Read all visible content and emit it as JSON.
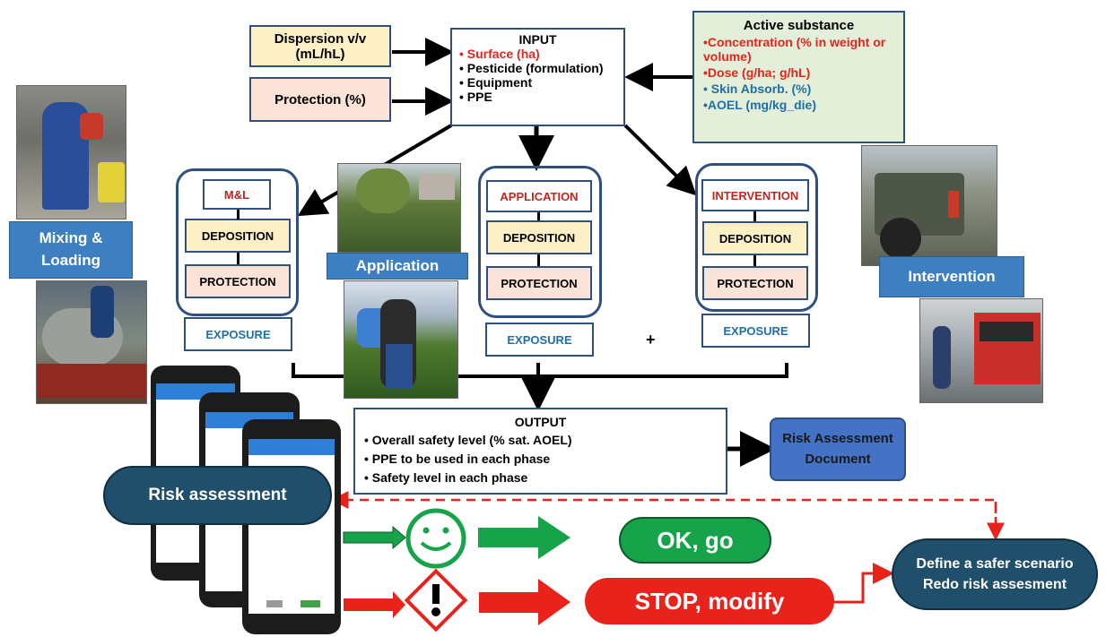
{
  "inputs": {
    "dispersion": "Dispersion v/v (mL/hL)",
    "protection": "Protection (%)"
  },
  "input_box": {
    "title": "INPUT",
    "items": [
      "Surface (ha)",
      "Pesticide (formulation)",
      "Equipment",
      "PPE"
    ]
  },
  "active_substance": {
    "title": "Active substance",
    "items": [
      "•Concentration (% in weight or volume)",
      "•Dose (g/ha; g/hL)",
      "• Skin Absorb. (%)",
      "•AOEL (mg/kg_die)"
    ]
  },
  "phases": [
    {
      "name": "M&L",
      "deposition": "DEPOSITION",
      "protection": "PROTECTION",
      "exposure": "EXPOSURE"
    },
    {
      "name": "APPLICATION",
      "deposition": "DEPOSITION",
      "protection": "PROTECTION",
      "exposure": "EXPOSURE"
    },
    {
      "name": "INTERVENTION",
      "deposition": "DEPOSITION",
      "protection": "PROTECTION",
      "exposure": "EXPOSURE"
    }
  ],
  "plus": "+",
  "photo_labels": {
    "mixing": "Mixing & Loading",
    "application": "Application",
    "intervention": "Intervention"
  },
  "output": {
    "title": "OUTPUT",
    "items": [
      "Overall safety level (% sat. AOEL)",
      "PPE to be used in each phase",
      "Safety level in each phase"
    ]
  },
  "risk_doc": "Risk Assessment Document",
  "risk_assessment": "Risk assessment",
  "ok": "OK, go",
  "stop": "STOP, modify",
  "define": "Define a safer scenario Redo risk assesment",
  "colors": {
    "red": "#e8231c",
    "green": "#16a34a",
    "blue": "#3e7fc1",
    "navy": "#1f4f6b"
  }
}
